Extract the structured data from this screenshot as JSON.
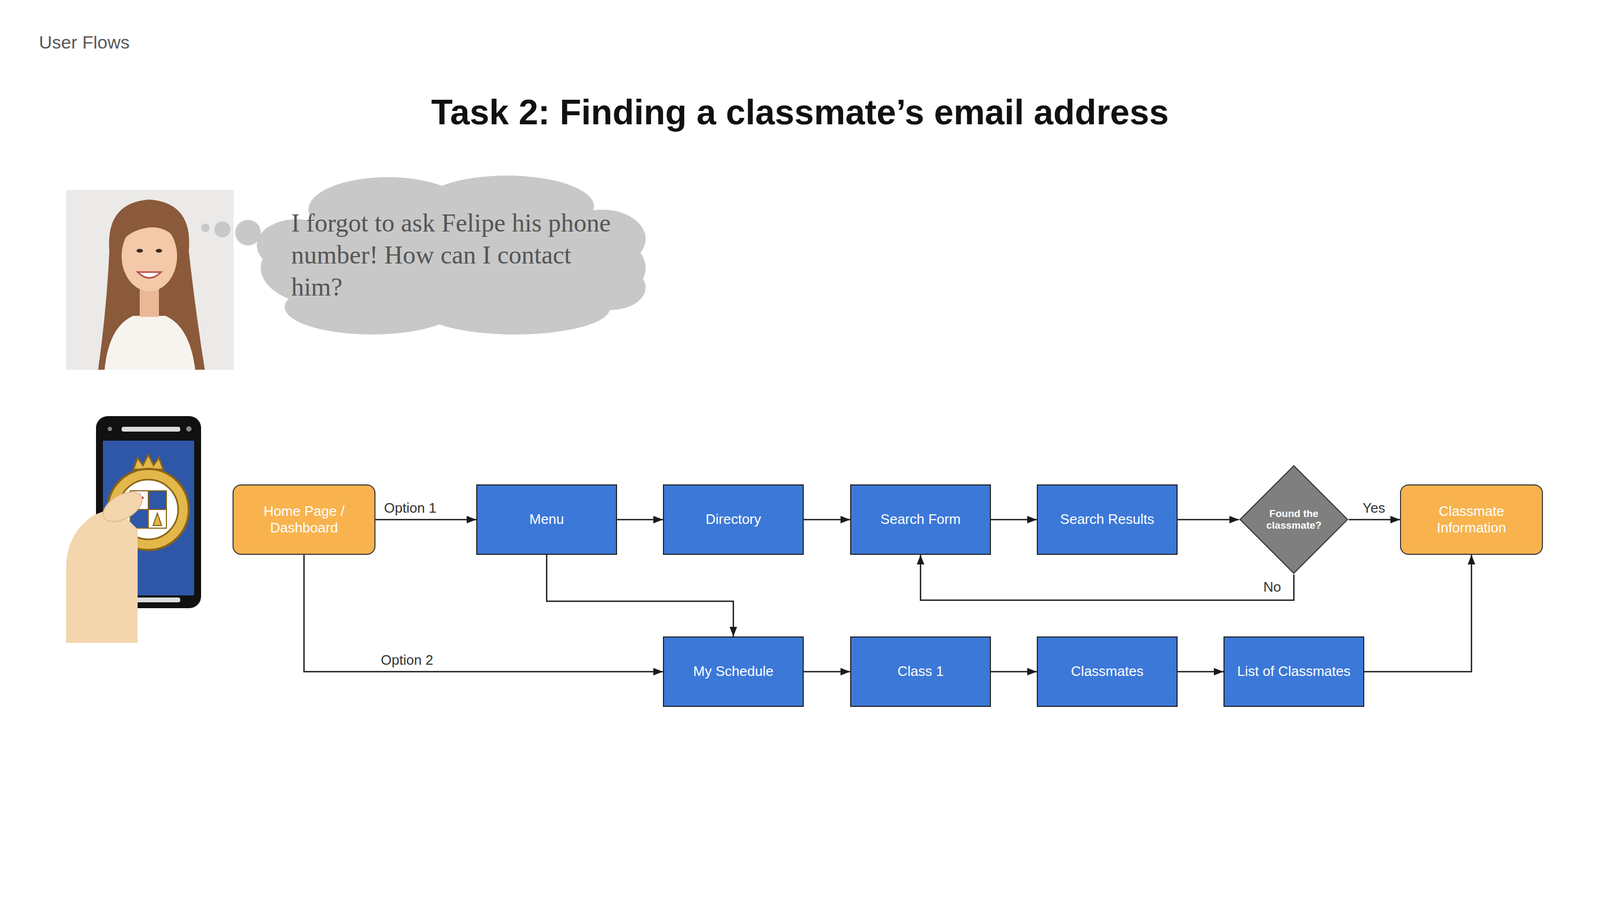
{
  "diagram": {
    "title": "Task 2: Finding a classmate’s email address",
    "nodes": [
      {
        "text": [
          "I forgot to ask Felipe his phone number! How can I contact him?"
        ]
      },
      {
        "text": [
          "Home Page / Dashboard"
        ]
      },
      {
        "text": [
          "Menu"
        ]
      },
      {
        "text": [
          "Directory"
        ]
      },
      {
        "text": [
          "Search Form"
        ]
      },
      {
        "text": [
          "Search Results"
        ]
      },
      {
        "text": [
          "Found the classmate?"
        ]
      },
      {
        "text": [
          "Classmate Information"
        ]
      },
      {
        "text": [
          "My Schedule"
        ]
      },
      {
        "text": [
          "Class 1"
        ]
      },
      {
        "text": [
          "Classmates"
        ]
      },
      {
        "text": [
          "List of Classmates"
        ]
      }
    ],
    "edges": [
      {
        "from": 1,
        "to": 2,
        "arrow": "to",
        "label": "Option 1"
      },
      {
        "from": 2,
        "to": 3,
        "arrow": "to"
      },
      {
        "from": 3,
        "to": 4,
        "arrow": "to"
      },
      {
        "from": 4,
        "to": 5,
        "arrow": "to"
      },
      {
        "from": 5,
        "to": 6,
        "arrow": "to"
      },
      {
        "from": 6,
        "to": 7,
        "arrow": "to",
        "label": "Yes"
      },
      {
        "from": 6,
        "to": 4,
        "arrow": "to",
        "label": "No"
      },
      {
        "from": 2,
        "to": 8,
        "arrow": "to"
      },
      {
        "from": 1,
        "to": 8,
        "arrow": "to",
        "label": "Option 2"
      },
      {
        "from": 8,
        "to": 9,
        "arrow": "to"
      },
      {
        "from": 9,
        "to": 10,
        "arrow": "to"
      },
      {
        "from": 10,
        "to": 11,
        "arrow": "to"
      },
      {
        "from": 11,
        "to": 7,
        "arrow": "to"
      }
    ],
    "labels": [
      "User Flows"
    ]
  }
}
